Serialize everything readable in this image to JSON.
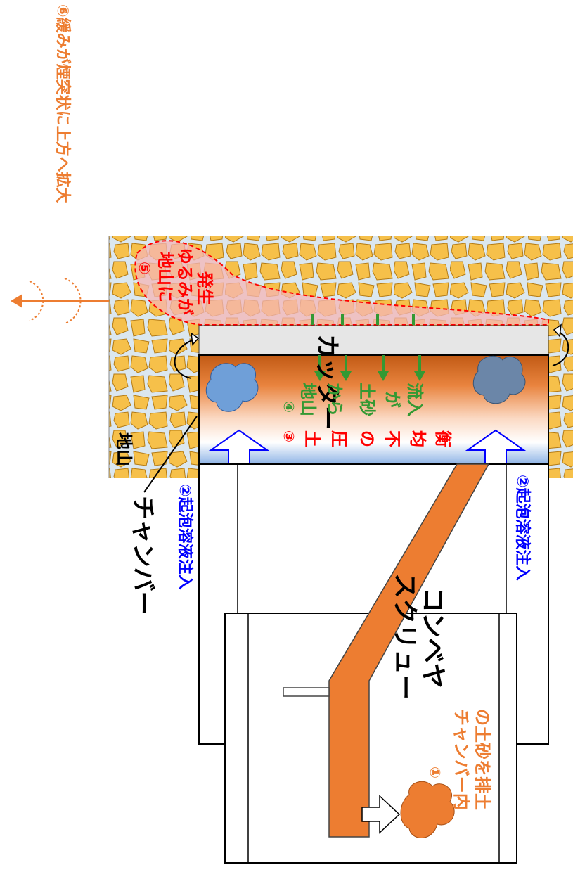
{
  "labels": {
    "step6": "⑥緩みが煙突状に上方へ拡大",
    "step5": "⑤",
    "ground_loosening_1": "地山に",
    "ground_loosening_2": "ゆるみが",
    "ground_loosening_3": "発生",
    "cutter": "カッター",
    "step4": "④",
    "inflow_1": "地山",
    "inflow_2": "から",
    "inflow_3": "土砂",
    "inflow_4": "が",
    "inflow_5": "流入",
    "step3": "③",
    "imbalance_1": "土",
    "imbalance_2": "圧",
    "imbalance_3": "の",
    "imbalance_4": "不",
    "imbalance_5": "均",
    "imbalance_6": "衡",
    "ground": "地山",
    "chamber": "チャンバー",
    "foam_top": "②起泡溶液注入",
    "foam_bottom": "②起泡溶液注入",
    "screw_1": "スクリュー",
    "screw_2": "コンベヤ",
    "step1": "①",
    "discharge_1": "チャンバー内",
    "discharge_2": "の土砂を排土"
  },
  "colors": {
    "orange": "#ed7d31",
    "red": "#ff0000",
    "blue": "#0000ff",
    "green": "#339933",
    "black": "#000000",
    "rock_fill": "#f6c04a",
    "rock_stroke": "#b47b14",
    "cutter_gray": "#e6e6e6",
    "screw_fill": "#ed7d31"
  }
}
